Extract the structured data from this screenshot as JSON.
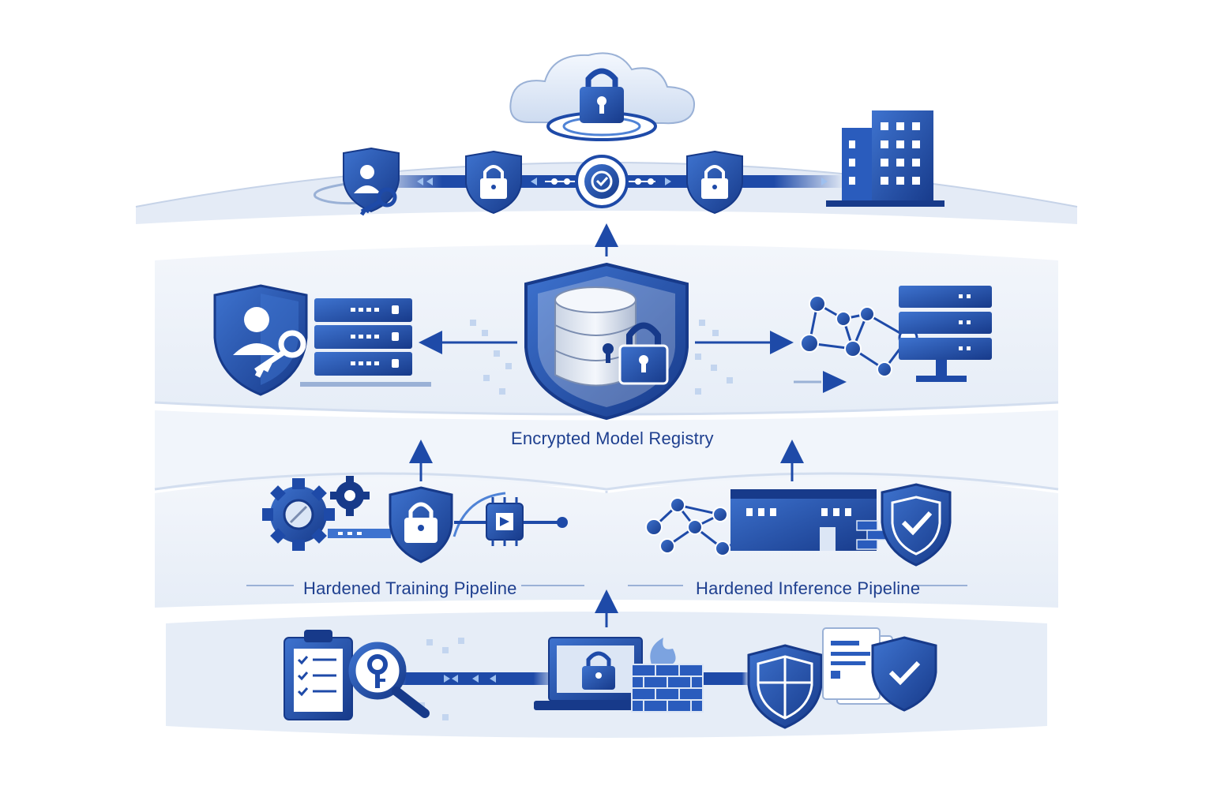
{
  "labels": {
    "registry": "Encrypted Model Registry",
    "training": "Hardened Training Pipeline",
    "inference": "Hardened Inference Pipeline"
  },
  "colors": {
    "primary": "#1e4aa8",
    "dark": "#173a8a",
    "light": "#dce6f5",
    "panel": "#eef3fa",
    "accent": "#4f83d6"
  },
  "icons": {
    "top_tier": [
      "cloud-lock-icon",
      "user-key-shield-icon",
      "shield-lock-icon",
      "check-node-icon",
      "shield-lock-icon",
      "office-building-icon"
    ],
    "registry_tier": [
      "shield-user-key-icon",
      "server-rack-icon",
      "database-shield-lock-icon",
      "network-graph-icon",
      "server-monitor-icon"
    ],
    "training_tier": [
      "gears-icon",
      "shield-lock-icon",
      "chip-icon"
    ],
    "inference_tier": [
      "network-graph-icon",
      "factory-icon",
      "shield-check-icon"
    ],
    "base_tier": [
      "clipboard-checklist-icon",
      "key-magnifier-icon",
      "laptop-lock-icon",
      "firewall-icon",
      "shield-grid-icon",
      "documents-icon",
      "shield-check-icon"
    ]
  }
}
